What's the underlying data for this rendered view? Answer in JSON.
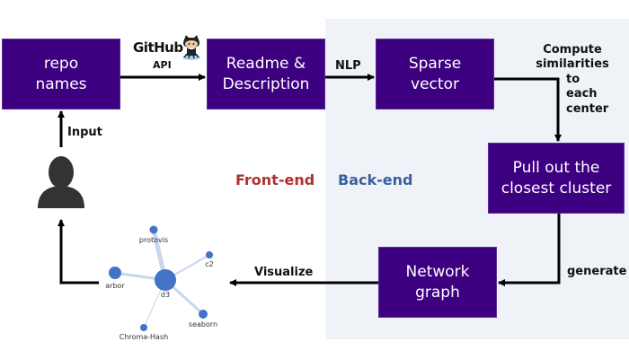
{
  "diagram": {
    "sections": {
      "frontend": {
        "label": "Front-end",
        "color": "#b03030"
      },
      "backend": {
        "label": "Back-end",
        "color": "#3a5fa0",
        "background": "#eff3f7"
      }
    },
    "box_color": "#3d0080",
    "nodes": [
      {
        "id": "repo-names",
        "label": "repo\nnames"
      },
      {
        "id": "readme",
        "label": "Readme &\nDescription"
      },
      {
        "id": "sparse-vector",
        "label": "Sparse\nvector"
      },
      {
        "id": "closest-cluster",
        "label": "Pull out the\nclosest cluster"
      },
      {
        "id": "network-graph",
        "label": "Network\ngraph"
      }
    ],
    "edges": [
      {
        "from": "repo-names",
        "to": "readme",
        "label": "API",
        "brand": "GitHub"
      },
      {
        "from": "readme",
        "to": "sparse-vector",
        "label": "NLP"
      },
      {
        "from": "sparse-vector",
        "to": "closest-cluster",
        "label": "Compute\nsimilarities",
        "label2": "to\neach\ncenter"
      },
      {
        "from": "closest-cluster",
        "to": "network-graph",
        "label": "generate"
      },
      {
        "from": "network-graph",
        "to": "user",
        "label": "Visualize"
      },
      {
        "from": "user",
        "to": "repo-names",
        "label": "Input"
      }
    ],
    "user_icon": "person-silhouette-icon",
    "github_icon": "octocat-icon",
    "example_graph": {
      "node_color": "#4472c4",
      "nodes": [
        {
          "name": "d3"
        },
        {
          "name": "protovis"
        },
        {
          "name": "c2"
        },
        {
          "name": "arbor"
        },
        {
          "name": "seaborn"
        },
        {
          "name": "Chroma-Hash"
        }
      ]
    }
  }
}
